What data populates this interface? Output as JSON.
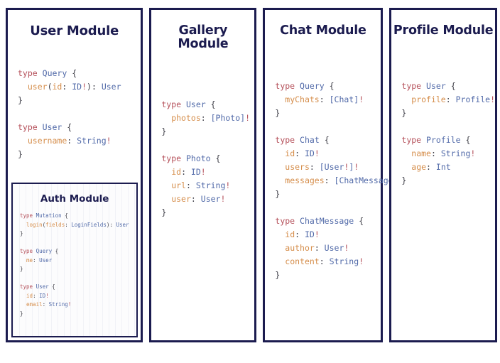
{
  "page": {
    "title": "GraphQL Schema Modules",
    "background": "#ffffff",
    "border_color": "#1b1b4f",
    "syntax_colors": {
      "keyword": "#b5505a",
      "type_name": "#5069a8",
      "field_name": "#d58d4a",
      "punctuation": "#3d3d46"
    }
  },
  "modules": {
    "user": {
      "title": "User Module",
      "blocks": [
        {
          "header_kw": "type",
          "header_name": "Query",
          "open": "{",
          "fields": [
            {
              "indent": "  ",
              "name": "user",
              "args": "(id: ID!)",
              "colon": ": ",
              "type": "User"
            }
          ],
          "close": "}"
        },
        {
          "header_kw": "type",
          "header_name": "User",
          "open": "{",
          "fields": [
            {
              "indent": "  ",
              "name": "username",
              "args": "",
              "colon": ": ",
              "type": "String!"
            }
          ],
          "close": "}"
        }
      ],
      "nested": {
        "title": "Auth Module",
        "blocks": [
          {
            "header_kw": "type",
            "header_name": "Mutation",
            "open": "{",
            "fields": [
              {
                "indent": "  ",
                "name": "login",
                "args": "(fields: LoginFields)",
                "colon": ": ",
                "type": "User"
              }
            ],
            "close": "}"
          },
          {
            "header_kw": "type",
            "header_name": "Query",
            "open": "{",
            "fields": [
              {
                "indent": "  ",
                "name": "me",
                "args": "",
                "colon": ": ",
                "type": "User"
              }
            ],
            "close": "}"
          },
          {
            "header_kw": "type",
            "header_name": "User",
            "open": "{",
            "fields": [
              {
                "indent": "  ",
                "name": "id",
                "args": "",
                "colon": ": ",
                "type": "ID!"
              },
              {
                "indent": "  ",
                "name": "email",
                "args": "",
                "colon": ": ",
                "type": "String!"
              }
            ],
            "close": "}"
          }
        ]
      }
    },
    "gallery": {
      "title": "Gallery Module",
      "blocks": [
        {
          "header_kw": "type",
          "header_name": "User",
          "open": "{",
          "fields": [
            {
              "indent": "  ",
              "name": "photos",
              "args": "",
              "colon": ": ",
              "type": "[Photo]!"
            }
          ],
          "close": "}"
        },
        {
          "header_kw": "type",
          "header_name": "Photo",
          "open": "{",
          "fields": [
            {
              "indent": "  ",
              "name": "id",
              "args": "",
              "colon": ": ",
              "type": "ID!"
            },
            {
              "indent": "  ",
              "name": "url",
              "args": "",
              "colon": ": ",
              "type": "String!"
            },
            {
              "indent": "  ",
              "name": "user",
              "args": "",
              "colon": ": ",
              "type": "User!"
            }
          ],
          "close": "}"
        }
      ]
    },
    "chat": {
      "title": "Chat Module",
      "blocks": [
        {
          "header_kw": "type",
          "header_name": "Query",
          "open": "{",
          "fields": [
            {
              "indent": "  ",
              "name": "myChats",
              "args": "",
              "colon": ": ",
              "type": "[Chat]!"
            }
          ],
          "close": "}"
        },
        {
          "header_kw": "type",
          "header_name": "Chat",
          "open": "{",
          "fields": [
            {
              "indent": "  ",
              "name": "id",
              "args": "",
              "colon": ": ",
              "type": "ID!"
            },
            {
              "indent": "  ",
              "name": "users",
              "args": "",
              "colon": ": ",
              "type": "[User!]!"
            },
            {
              "indent": "  ",
              "name": "messages",
              "args": "",
              "colon": ": ",
              "type": "[ChatMessage]!"
            }
          ],
          "close": "}"
        },
        {
          "header_kw": "type",
          "header_name": "ChatMessage",
          "open": "{",
          "fields": [
            {
              "indent": "  ",
              "name": "id",
              "args": "",
              "colon": ": ",
              "type": "ID!"
            },
            {
              "indent": "  ",
              "name": "author",
              "args": "",
              "colon": ": ",
              "type": "User!"
            },
            {
              "indent": "  ",
              "name": "content",
              "args": "",
              "colon": ": ",
              "type": "String!"
            }
          ],
          "close": "}"
        }
      ]
    },
    "profile": {
      "title": "Profile Module",
      "blocks": [
        {
          "header_kw": "type",
          "header_name": "User",
          "open": "{",
          "fields": [
            {
              "indent": "  ",
              "name": "profile",
              "args": "",
              "colon": ": ",
              "type": "Profile!"
            }
          ],
          "close": "}"
        },
        {
          "header_kw": "type",
          "header_name": "Profile",
          "open": "{",
          "fields": [
            {
              "indent": "  ",
              "name": "name",
              "args": "",
              "colon": ": ",
              "type": "String!"
            },
            {
              "indent": "  ",
              "name": "age",
              "args": "",
              "colon": ": ",
              "type": "Int"
            }
          ],
          "close": "}"
        }
      ]
    }
  }
}
